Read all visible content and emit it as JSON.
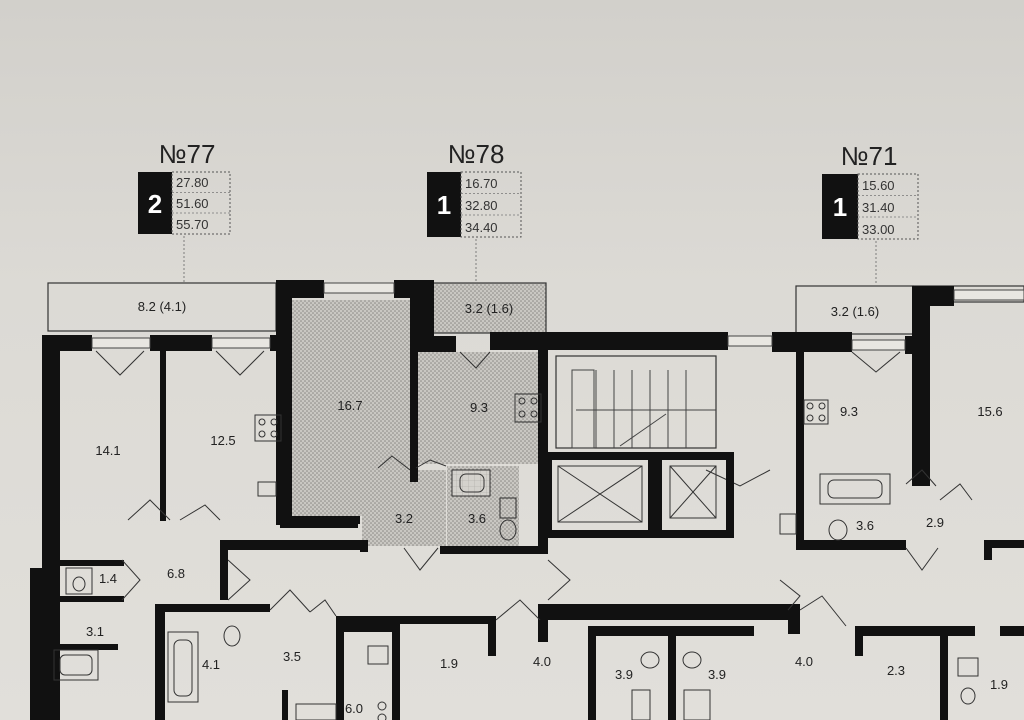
{
  "apartments": [
    {
      "number": "№77",
      "rooms": "2",
      "areas": [
        "27.80",
        "51.60",
        "55.70"
      ]
    },
    {
      "number": "№78",
      "rooms": "1",
      "areas": [
        "16.70",
        "32.80",
        "34.40"
      ]
    },
    {
      "number": "№71",
      "rooms": "1",
      "areas": [
        "15.60",
        "31.40",
        "33.00"
      ]
    }
  ],
  "room_labels": {
    "balcony_77": "8.2 (4.1)",
    "balcony_78": "3.2 (1.6)",
    "balcony_71": "3.2 (1.6)",
    "r14_1": "14.1",
    "r12_5": "12.5",
    "r16_7": "16.7",
    "r9_3a": "9.3",
    "r9_3b": "9.3",
    "r15_6": "15.6",
    "r3_2": "3.2",
    "r3_6a": "3.6",
    "r3_6b": "3.6",
    "r2_9": "2.9",
    "r6_8": "6.8",
    "r1_4": "1.4",
    "r3_1": "3.1",
    "r4_1": "4.1",
    "r3_5": "3.5",
    "r6_0": "6.0",
    "r1_9a": "1.9",
    "r4_0a": "4.0",
    "r3_9a": "3.9",
    "r3_9b": "3.9",
    "r4_0b": "4.0",
    "r2_3": "2.3",
    "r1_9b": "1.9"
  }
}
